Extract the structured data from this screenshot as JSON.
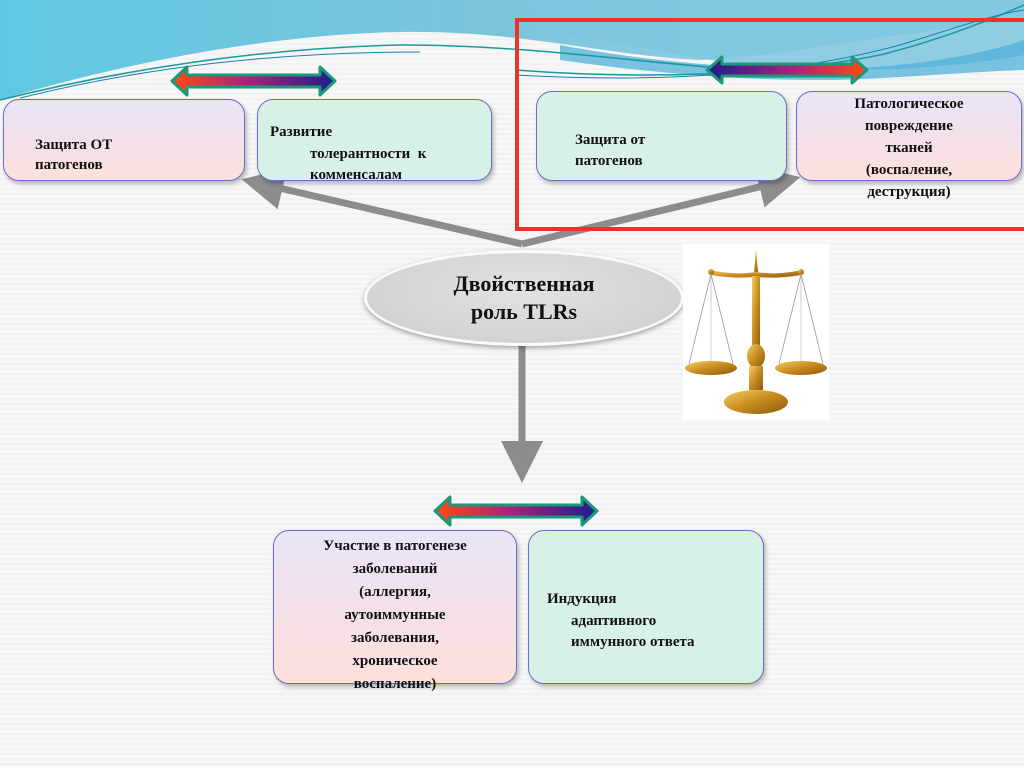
{
  "slide": {
    "center_node": {
      "line1": "Двойственная",
      "line2": "роль TLRs"
    },
    "top_left_pair": {
      "left_box": {
        "line1": "Защита ОТ",
        "line2": "патогенов"
      },
      "right_box": {
        "line1": "Развитие",
        "line2": "толерантности  к",
        "line3": "комменсалам"
      }
    },
    "top_right_pair": {
      "left_box": {
        "line1": "Защита от",
        "line2": "патогенов"
      },
      "right_box": {
        "line1": "Патологическое",
        "line2": "повреждение",
        "line3": "тканей",
        "line4": "(воспаление,",
        "line5": "деструкция)"
      }
    },
    "bottom_pair": {
      "left_box": {
        "line1": "Участие в патогенезе",
        "line2": "заболеваний",
        "line3": "(аллергия,",
        "line4": "аутоиммунные",
        "line5": "заболевания,",
        "line6": "хроническое",
        "line7": "воспаление)"
      },
      "right_box": {
        "line1": "Индукция",
        "line2": "адаптивного",
        "line3": "иммунного ответа"
      }
    },
    "image": {
      "icon": "scales-of-justice-icon"
    },
    "colors": {
      "highlight_frame": "#ee3322",
      "box_border": "#6b6bc8",
      "green_box": "#d8f1e6",
      "pink_box_top": "#e9e5f8",
      "pink_box_bottom": "#fde0db",
      "connector_arrow": "#8c8c8c",
      "double_arrow_warm": "#ff4a10",
      "double_arrow_cool": "#1e1e8c",
      "double_arrow_outline": "#1a9a7a",
      "wave_blue": "#63c7de"
    }
  }
}
